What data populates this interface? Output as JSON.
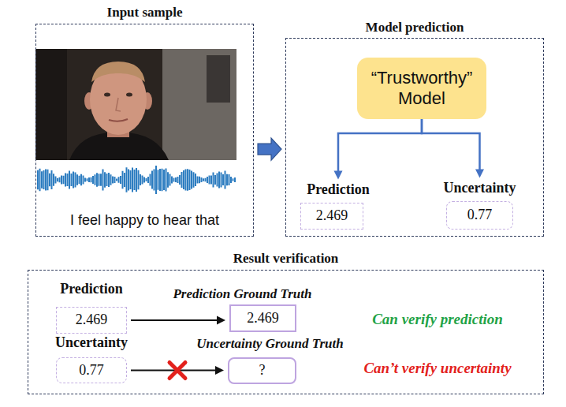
{
  "diagram": {
    "nodes": [
      {
        "text": [
          "Input sample",
          "I feel happy to hear that"
        ]
      },
      {
        "text": [
          "Model prediction"
        ]
      },
      {
        "text": [
          "“Trustworthy” Model"
        ],
        "in": 1
      },
      {
        "text": [
          "Prediction",
          "2.469"
        ],
        "in": 1
      },
      {
        "text": [
          "Uncertainty",
          "0.77"
        ],
        "in": 1
      },
      {
        "text": [
          "Result verification"
        ]
      },
      {
        "text": [
          "Prediction",
          "2.469"
        ],
        "in": 5
      },
      {
        "text": [
          "Prediction Ground Truth",
          "2.469"
        ],
        "in": 5
      },
      {
        "text": [
          "Uncertainty",
          "0.77"
        ],
        "in": 5
      },
      {
        "text": [
          "Uncertainty Ground Truth",
          "?"
        ],
        "in": 5
      }
    ],
    "edges": [
      {
        "from": 0,
        "to": 1,
        "arrow": "to"
      },
      {
        "from": 2,
        "to": 3,
        "arrow": "to"
      },
      {
        "from": 2,
        "to": 4,
        "arrow": "to"
      },
      {
        "from": 6,
        "to": 7,
        "arrow": "to"
      },
      {
        "from": 8,
        "to": 9,
        "arrow": "to"
      }
    ],
    "labels": [
      "Can verify prediction",
      "Can’t verify uncertainty"
    ]
  }
}
